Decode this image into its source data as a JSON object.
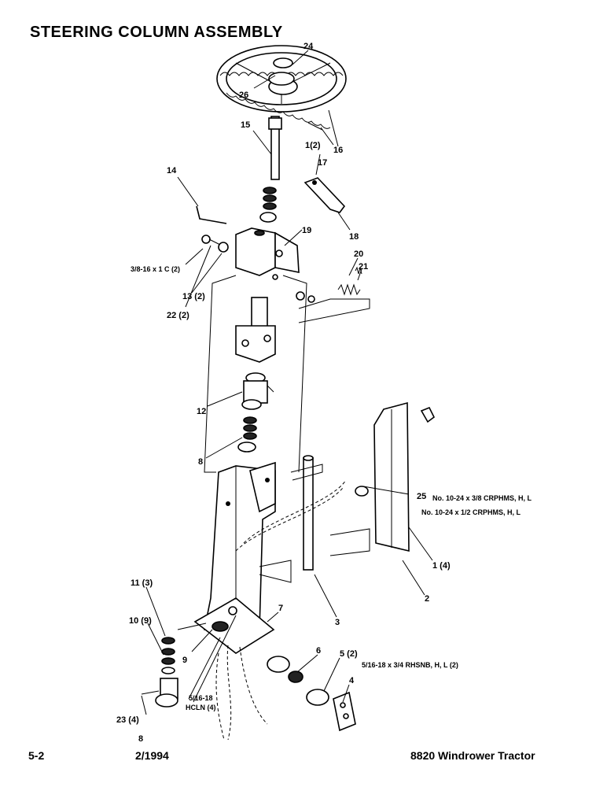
{
  "title": "STEERING COLUMN ASSEMBLY",
  "footer": {
    "page": "5-2",
    "date": "2/1994",
    "model": "8820 Windrower Tractor"
  },
  "callouts": {
    "c24": "24",
    "c26": "26",
    "c15": "15",
    "c16": "16",
    "c17": "17",
    "c1a": "1(2)",
    "c14": "14",
    "c18": "18",
    "c19": "19",
    "c20": "20",
    "c21": "21",
    "c13": "13 (2)",
    "c22": "22 (2)",
    "c12": "12",
    "c8a": "8",
    "c25": "25",
    "c1b": "1 (4)",
    "c2": "2",
    "c3": "3",
    "c7": "7",
    "c11": "11 (3)",
    "c10": "10 (9)",
    "c9": "9",
    "c6": "6",
    "c5": "5 (2)",
    "c4": "4",
    "c23": "23 (4)",
    "c8b": "8"
  },
  "specs": {
    "bolt_38": "3/8-16 x 1 C (2)",
    "screw_38": "No. 10-24 x 3/8 CRPHMS, H, L",
    "screw_12": "No. 10-24 x 1/2 CRPHMS, H, L",
    "bolt_516_rhsnb": "5/16-18 x 3/4 RHSNB, H, L (2)",
    "nut_516_a": "5/16-18",
    "nut_516_b": "HCLN (4)"
  }
}
